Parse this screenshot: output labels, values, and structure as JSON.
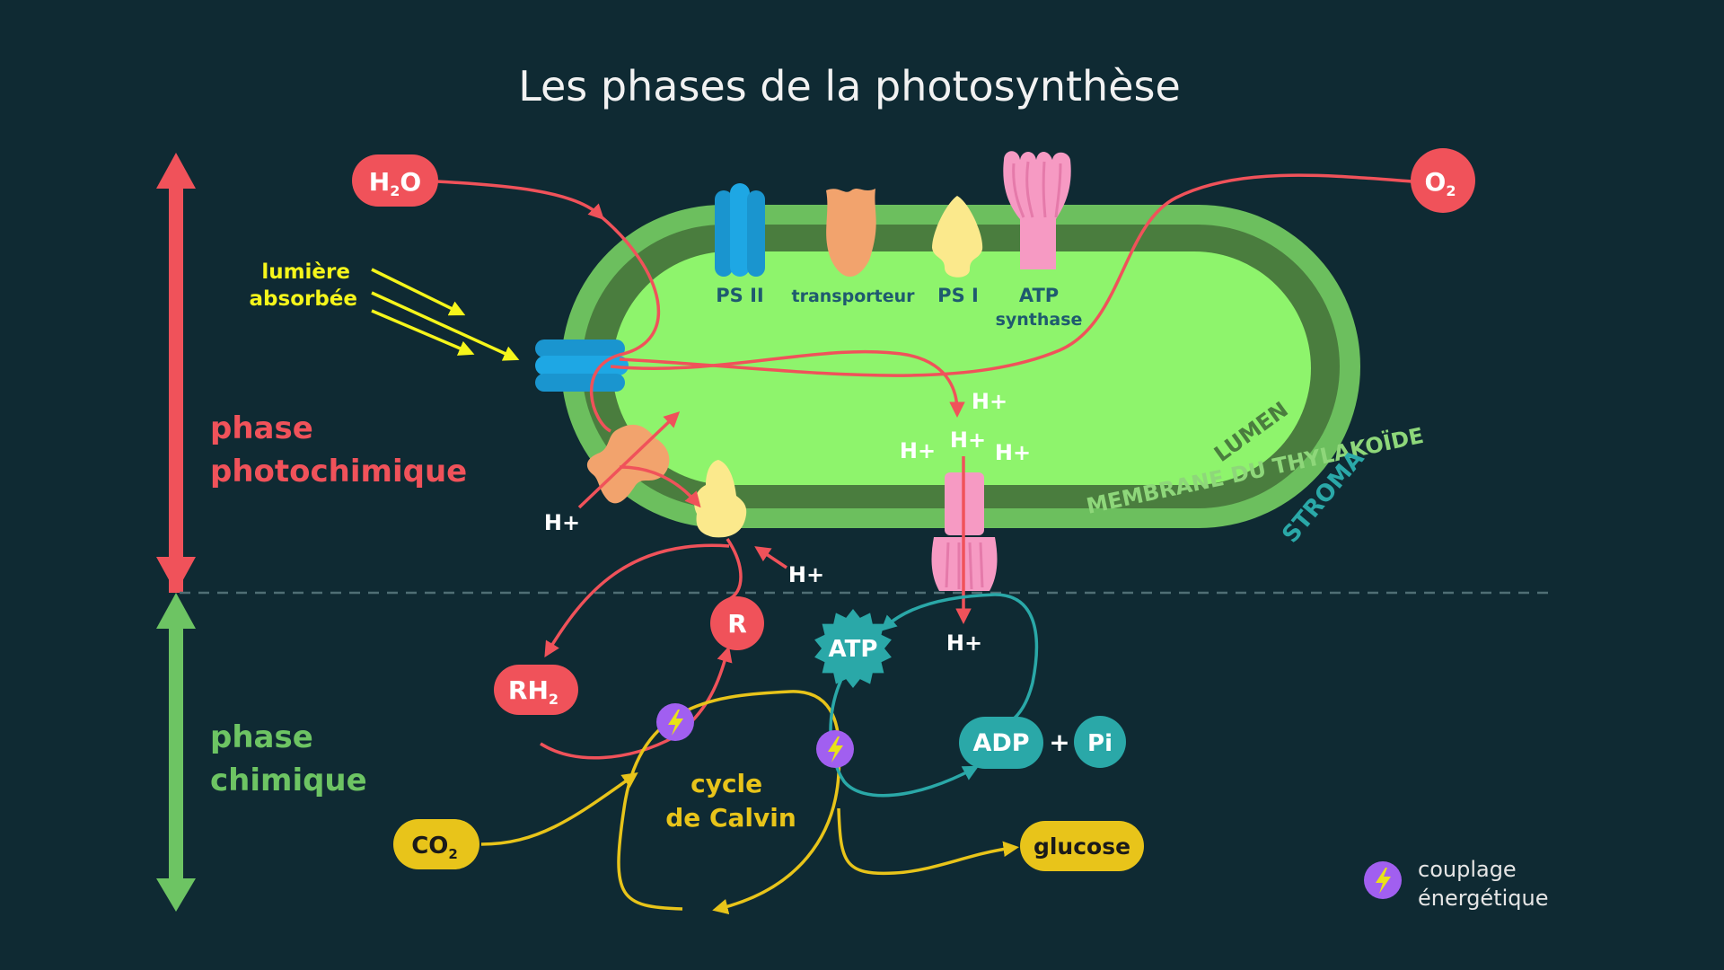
{
  "title": "Les phases de la photosynthèse",
  "phases": {
    "photochemical": [
      "phase",
      "photochimique"
    ],
    "chemical": [
      "phase",
      "chimique"
    ]
  },
  "light": [
    "lumière",
    "absorbée"
  ],
  "molecules": {
    "water": {
      "main": "H",
      "sub": "2",
      "tail": "O"
    },
    "oxygen": {
      "main": "O",
      "sub": "2"
    },
    "co2": {
      "main": "CO",
      "sub": "2"
    },
    "glucose": "glucose",
    "rh2": {
      "main": "RH",
      "sub": "2"
    },
    "r": "R",
    "atp": "ATP",
    "adp": "ADP",
    "plus": "+",
    "pi": "Pi"
  },
  "proteins": {
    "ps2": "PS II",
    "transporter": "transporteur",
    "ps1": "PS I",
    "atp_synthase": [
      "ATP",
      "synthase"
    ]
  },
  "compartments": {
    "lumen": "LUMEN",
    "membrane": "MEMBRANE DU THYLAKOÏDE",
    "stroma": "STROMA"
  },
  "protons": "H+",
  "calvin": [
    "cycle",
    "de Calvin"
  ],
  "legend": [
    "couplage",
    "énergétique"
  ],
  "colors": {
    "background": "#0f2a33",
    "red": "#f0525a",
    "green": "#6dc463",
    "lumen": "#8ef46c",
    "membrane_outer": "#6cbf5e",
    "membrane_inner": "#4a7d3e",
    "yellow": "#e8c41a",
    "teal": "#2aa8a8",
    "blue": "#1ea7e4",
    "orange": "#f2a36d",
    "pale_yellow": "#fbe98c",
    "pink": "#f69ac3",
    "purple": "#a15ff0",
    "light_arrow": "#f5f51b"
  }
}
